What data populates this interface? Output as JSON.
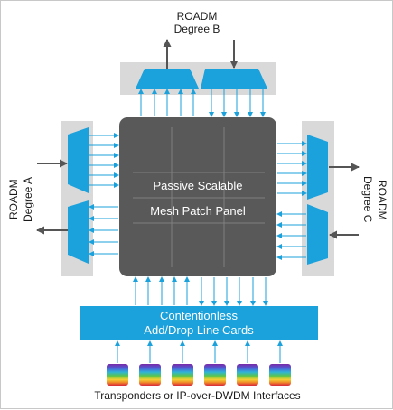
{
  "degree_b": {
    "line1": "ROADM",
    "line2": "Degree B"
  },
  "degree_a": {
    "line1": "ROADM",
    "line2": "Degree A"
  },
  "degree_c": {
    "line1": "ROADM",
    "line2": "Degree C"
  },
  "panel": {
    "line1": "Passive Scalable",
    "line2": "Mesh Patch Panel"
  },
  "line_cards": {
    "line1": "Contentionless",
    "line2": "Add/Drop Line Cards"
  },
  "footer": {
    "label": "Transponders or IP-over-DWDM Interfaces"
  },
  "colors": {
    "blue": "#1ba1dc",
    "dark_gray": "#595959",
    "light_gray": "#d9d9d9",
    "arrow_gray": "#555555"
  }
}
